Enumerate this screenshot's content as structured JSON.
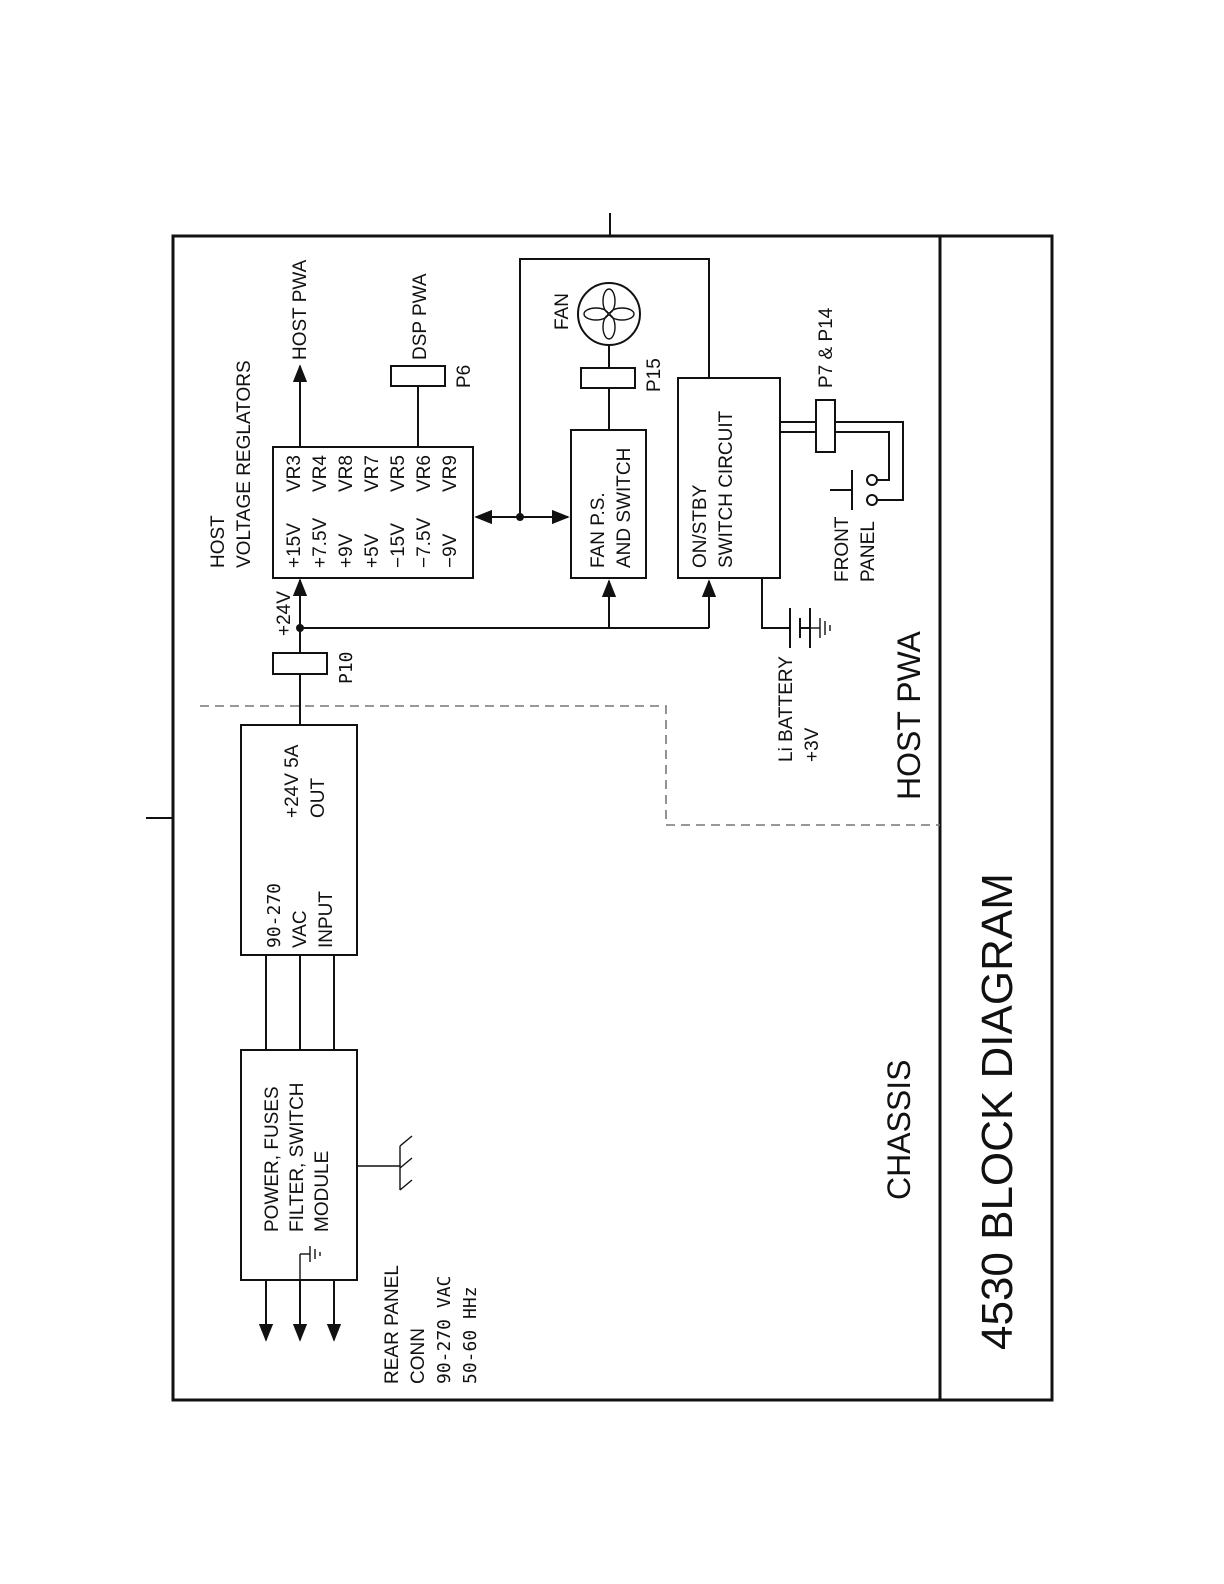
{
  "title": "4530 BLOCK DIAGRAM",
  "regions": {
    "chassis": "CHASSIS",
    "host_pwa": "HOST PWA"
  },
  "rear_panel": {
    "line1": "REAR PANEL",
    "line2": "CONN",
    "line3": "90-270 VAC",
    "line4": "50-60 HHz"
  },
  "power_module": {
    "line1": "POWER, FUSES",
    "line2": "FILTER, SWITCH",
    "line3": "MODULE"
  },
  "supply": {
    "in1": "90-270",
    "in2": "VAC",
    "in3": "INPUT",
    "out1": "+24V 5A",
    "out2": "OUT"
  },
  "connectors": {
    "p10": "P10",
    "p6": "P6",
    "p15": "P15",
    "p7_p14": "P7 & P14"
  },
  "bus_label": "+24V",
  "regulators": {
    "heading1": "HOST",
    "heading2": "VOLTAGE REGLATORS",
    "rows": [
      {
        "voltage": "+15V",
        "reg": "VR3"
      },
      {
        "voltage": "+7.5V",
        "reg": "VR4"
      },
      {
        "voltage": "+9V",
        "reg": "VR8"
      },
      {
        "voltage": "+5V",
        "reg": "VR7"
      },
      {
        "voltage": "−15V",
        "reg": "VR5"
      },
      {
        "voltage": "−7.5V",
        "reg": "VR6"
      },
      {
        "voltage": "−9V",
        "reg": "VR9"
      }
    ]
  },
  "outputs": {
    "host_pwa": "HOST PWA",
    "dsp_pwa": "DSP PWA"
  },
  "fan_ps": {
    "line1": "FAN P.S.",
    "line2": "AND SWITCH"
  },
  "fan": {
    "label": "FAN",
    "icon": "fan-icon"
  },
  "onstby": {
    "line1": "ON/STBY",
    "line2": "SWITCH CIRCUIT"
  },
  "front_panel": {
    "line1": "FRONT",
    "line2": "PANEL",
    "icon": "push-switch-icon"
  },
  "battery": {
    "line1": "Li BATTERY",
    "line2": "+3V",
    "icon": "battery-icon"
  },
  "ground_icon": "ground-icon"
}
